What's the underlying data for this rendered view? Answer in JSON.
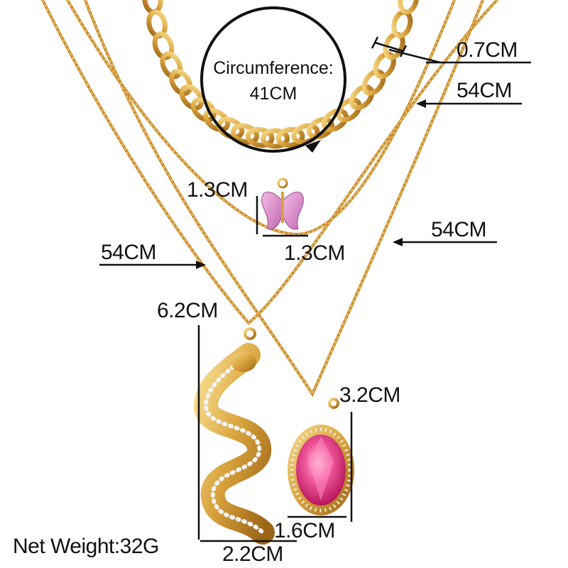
{
  "image": {
    "description_kind": "product photo of layered gold necklaces with measurement annotations",
    "colors": {
      "gold": "#d9a23c",
      "gold_dark": "#a8701c",
      "gold_light": "#f5d37a",
      "pink_gem": "#ec4f97",
      "butterfly": "#d98fc8",
      "line": "#111111"
    }
  },
  "labels": {
    "circumference_title": "Circumference:",
    "circumference_value": "41CM",
    "chain_width": "0.7CM",
    "chain2_length": "54CM",
    "chain3_length": "54CM",
    "chain4_length": "54CM",
    "butterfly_height": "1.3CM",
    "butterfly_width": "1.3CM",
    "snake_height": "6.2CM",
    "snake_width": "2.2CM",
    "gem_height": "3.2CM",
    "gem_width": "1.6CM",
    "net_weight": "Net Weight:32G"
  }
}
